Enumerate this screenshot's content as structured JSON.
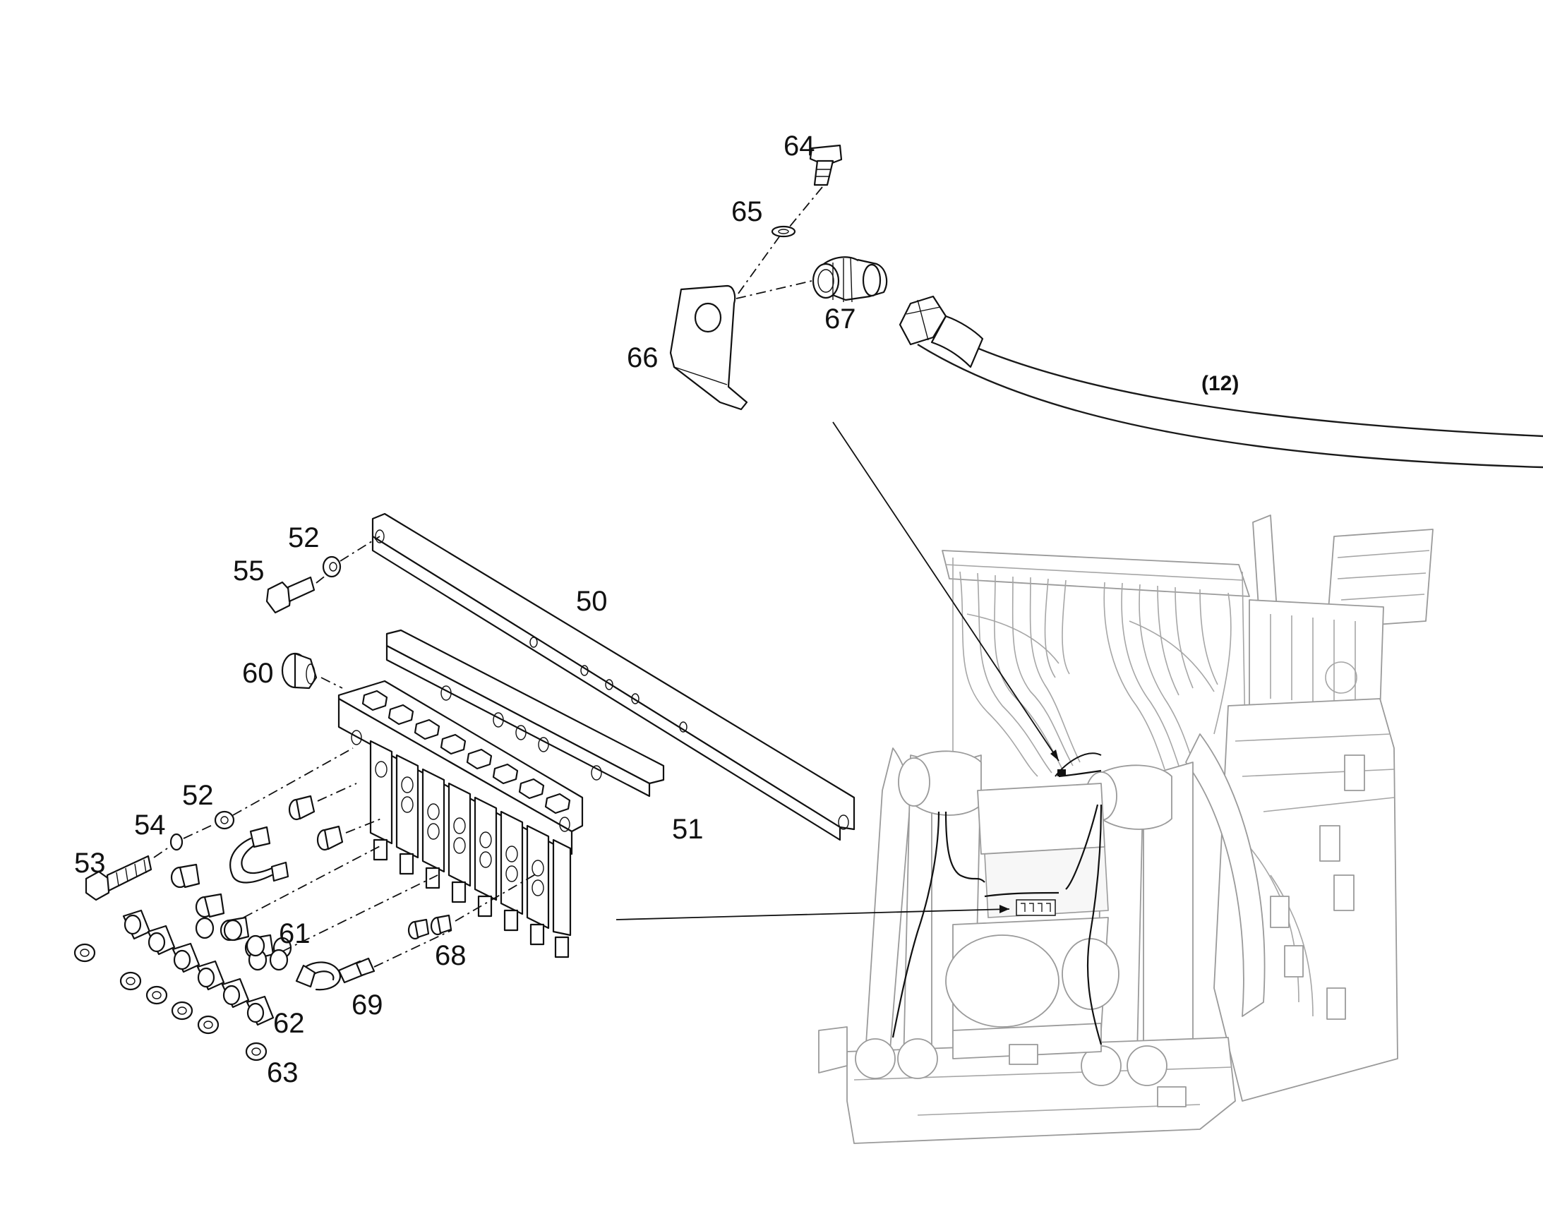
{
  "callouts": {
    "c64": "64",
    "c65": "65",
    "c66": "66",
    "c67": "67",
    "c12": "(12)",
    "c52a": "52",
    "c55": "55",
    "c50": "50",
    "c60": "60",
    "c52b": "52",
    "c54": "54",
    "c53": "53",
    "c51": "51",
    "c61": "61",
    "c68": "68",
    "c69": "69",
    "c62": "62",
    "c63": "63"
  }
}
